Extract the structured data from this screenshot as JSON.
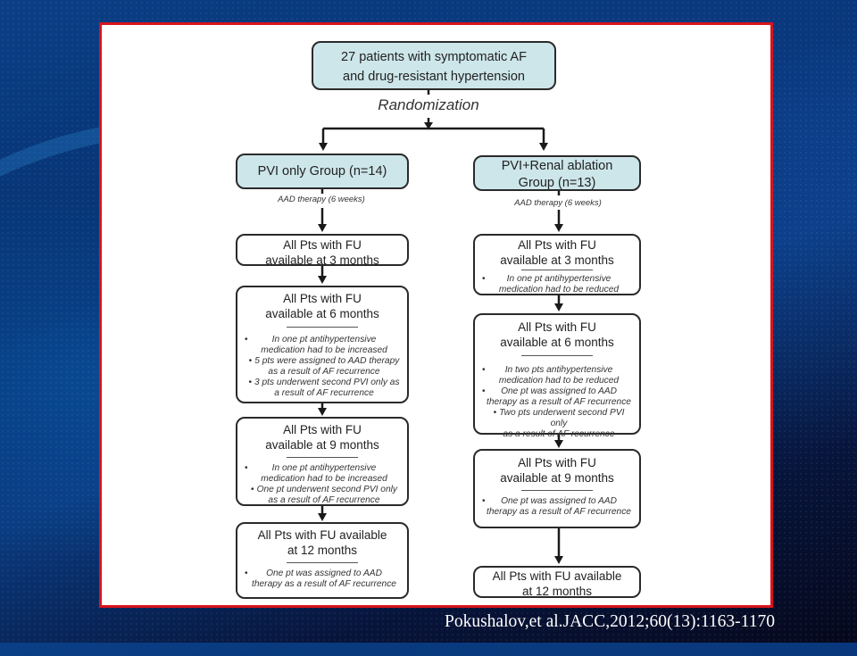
{
  "slide": {
    "colors": {
      "panel_border": "#d8141c",
      "header_box_fill": "#cde6ea",
      "background_blue": "#0a3f86"
    },
    "citation": "Pokushalov,et al.JACC,2012;60(13):1163-1170"
  },
  "flowchart": {
    "top_box": {
      "lines": [
        "27 patients with symptomatic AF",
        "and drug-resistant hypertension"
      ]
    },
    "randomization_label": "Randomization",
    "left_arm": {
      "group_box": {
        "lines": [
          "PVI only Group (n=14)"
        ]
      },
      "therapy_label": "AAD therapy (6 weeks)",
      "followups": [
        {
          "title_lines": [
            "All Pts with FU",
            "available at 3 months"
          ],
          "notes": []
        },
        {
          "title_lines": [
            "All Pts with FU",
            "available at 6 months"
          ],
          "notes": [
            {
              "style": "wide",
              "lines": [
                "In one pt antihypertensive",
                "medication had to be increased"
              ]
            },
            {
              "style": "tight",
              "lines": [
                "5 pts were assigned to AAD therapy",
                "as a result of AF recurrence"
              ]
            },
            {
              "style": "tight",
              "lines": [
                "3 pts underwent second PVI only as",
                "a result of AF recurrence"
              ]
            }
          ]
        },
        {
          "title_lines": [
            "All Pts with FU",
            "available at 9 months"
          ],
          "notes": [
            {
              "style": "wide",
              "lines": [
                "In one pt antihypertensive",
                "medication had to be increased"
              ]
            },
            {
              "style": "tight",
              "lines": [
                "One pt underwent second PVI only",
                "as a result of AF recurrence"
              ]
            }
          ]
        },
        {
          "title_lines": [
            "All Pts with FU available",
            "at 12 months"
          ],
          "notes": [
            {
              "style": "wide",
              "lines": [
                "One pt was assigned to AAD",
                "therapy as a result of AF recurrence"
              ]
            }
          ]
        }
      ]
    },
    "right_arm": {
      "group_box": {
        "lines": [
          "PVI+Renal ablation",
          "Group (n=13)"
        ]
      },
      "therapy_label": "AAD therapy (6 weeks)",
      "followups": [
        {
          "title_lines": [
            "All Pts with FU",
            "available at 3 months"
          ],
          "notes": [
            {
              "style": "wide",
              "lines": [
                "In one pt antihypertensive",
                "medication had to be reduced"
              ]
            }
          ]
        },
        {
          "title_lines": [
            "All Pts with FU",
            "available at 6 months"
          ],
          "notes": [
            {
              "style": "wide",
              "lines": [
                "In two pts antihypertensive",
                "medication had to be reduced"
              ]
            },
            {
              "style": "wide",
              "lines": [
                "One pt was assigned to AAD",
                "therapy as a result of AF recurrence"
              ]
            },
            {
              "style": "tight",
              "lines": [
                "Two pts underwent second PVI only",
                "as a result of AF recurrence"
              ]
            }
          ]
        },
        {
          "title_lines": [
            "All Pts with FU",
            "available at 9 months"
          ],
          "notes": [
            {
              "style": "wide",
              "lines": [
                "One pt was assigned to AAD",
                "therapy as a result of AF recurrence"
              ]
            }
          ]
        },
        {
          "title_lines": [
            "All Pts with FU available",
            "at 12 months"
          ],
          "notes": []
        }
      ]
    }
  }
}
